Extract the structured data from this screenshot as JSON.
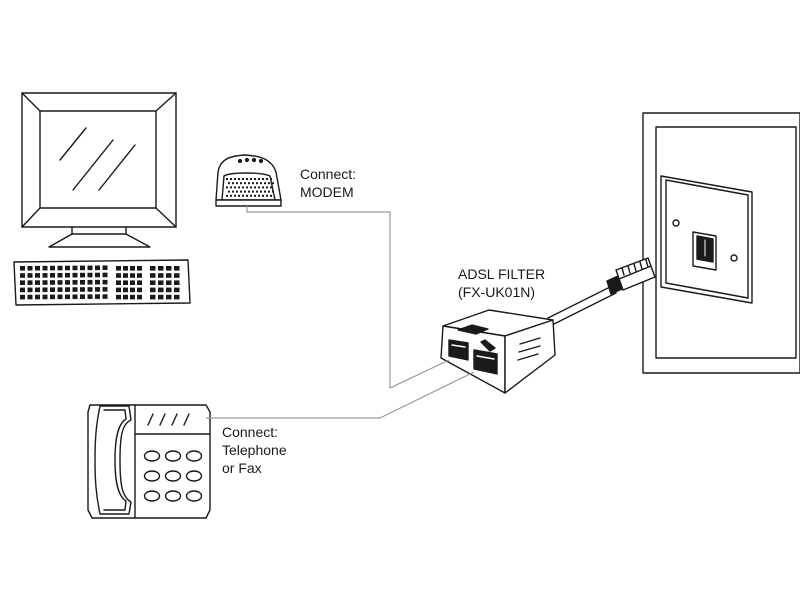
{
  "labels": {
    "modem": [
      "Connect:",
      "MODEM"
    ],
    "filter": [
      "ADSL FILTER",
      "(FX-UK01N)"
    ],
    "phone": [
      "Connect:",
      "Telephone",
      "or Fax"
    ]
  },
  "icons": [
    "computer-monitor-icon",
    "keyboard-icon",
    "modem-icon",
    "telephone-icon",
    "adsl-filter-icon",
    "wall-socket-icon",
    "rj11-plug-icon"
  ],
  "colors": {
    "ink": "#1a1a1a",
    "wire": "#999999",
    "background": "#ffffff"
  }
}
